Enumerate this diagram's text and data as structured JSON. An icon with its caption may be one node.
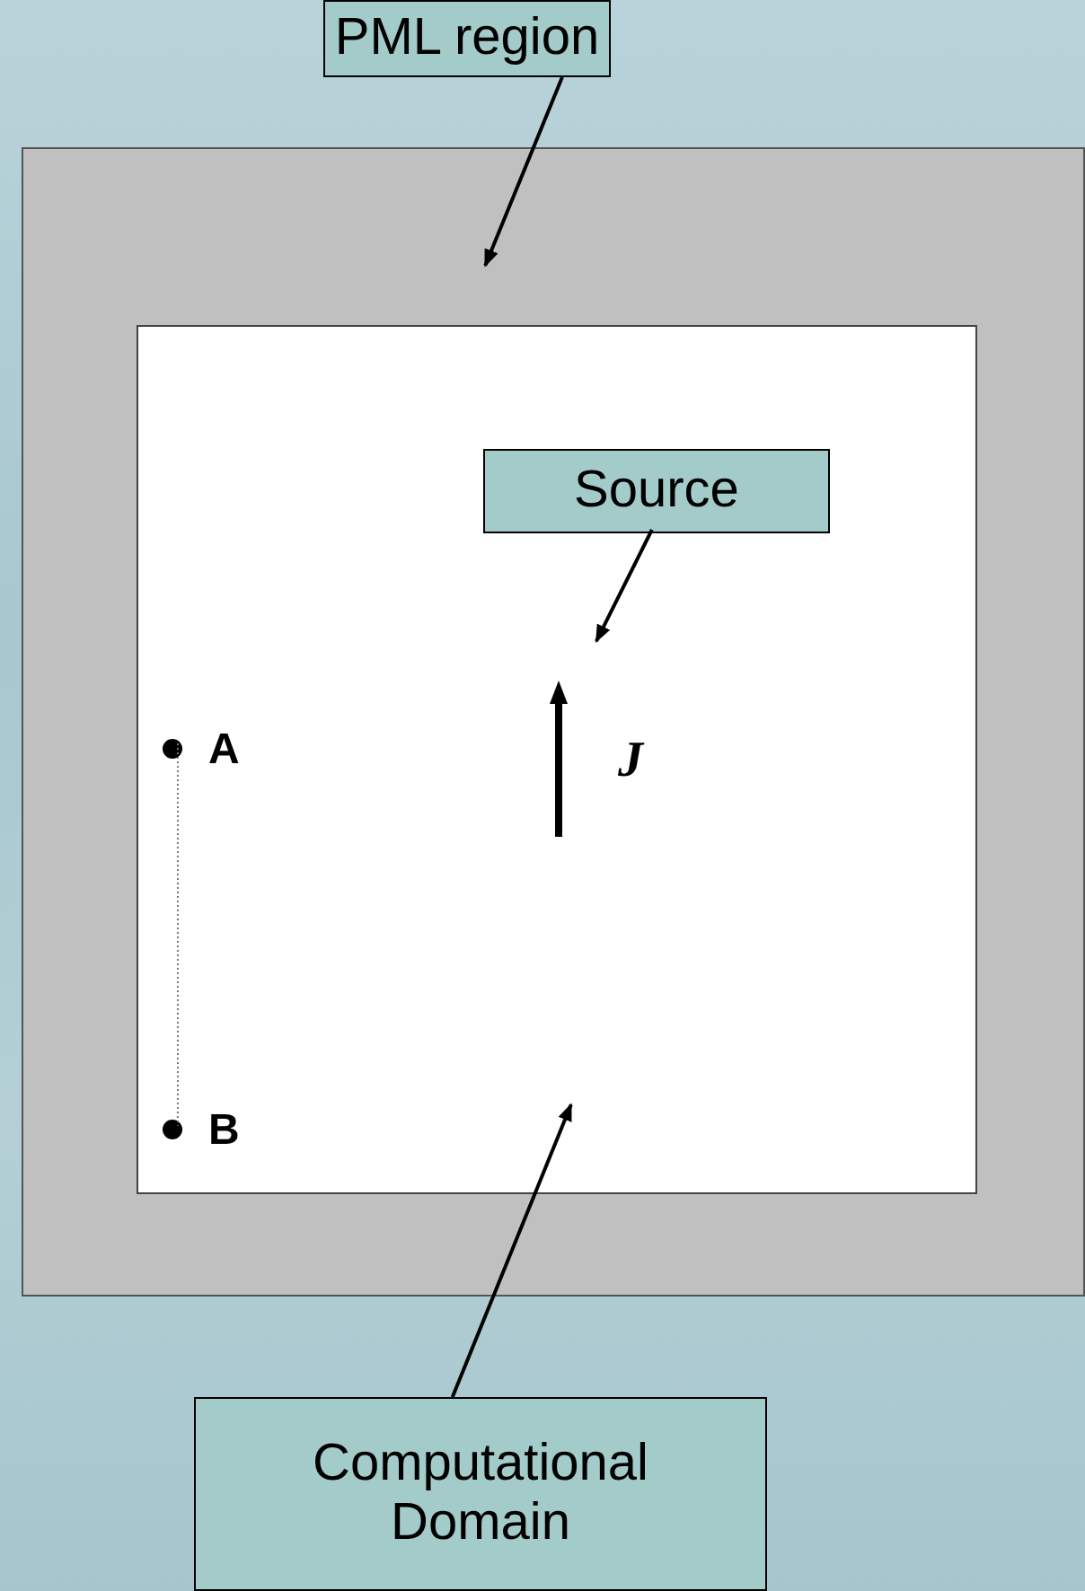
{
  "diagram": {
    "nodes": [
      {
        "text": [
          "PML region"
        ]
      },
      {
        "text": [],
        "shape": "box"
      },
      {
        "text": [],
        "shape": "box",
        "in": 1
      },
      {
        "text": [
          "Source"
        ],
        "in": 2
      },
      {
        "text": [],
        "shape": "arrow",
        "beside": [
          "J"
        ],
        "in": 2
      },
      {
        "text": [
          "Computational Domain"
        ]
      },
      {
        "text": [],
        "shape": "circle",
        "beside": [
          "A"
        ],
        "in": 2
      },
      {
        "text": [],
        "shape": "circle",
        "beside": [
          "B"
        ],
        "in": 2
      }
    ],
    "edges": [
      {
        "from": 0,
        "to": 1,
        "arrow": "to"
      },
      {
        "from": 3,
        "to": 4,
        "arrow": "to"
      },
      {
        "from": 5,
        "to": 2,
        "arrow": "to"
      },
      {
        "from": 6,
        "to": 7,
        "arrow": "none",
        "style": "dashed",
        "color": "#777777"
      }
    ]
  }
}
